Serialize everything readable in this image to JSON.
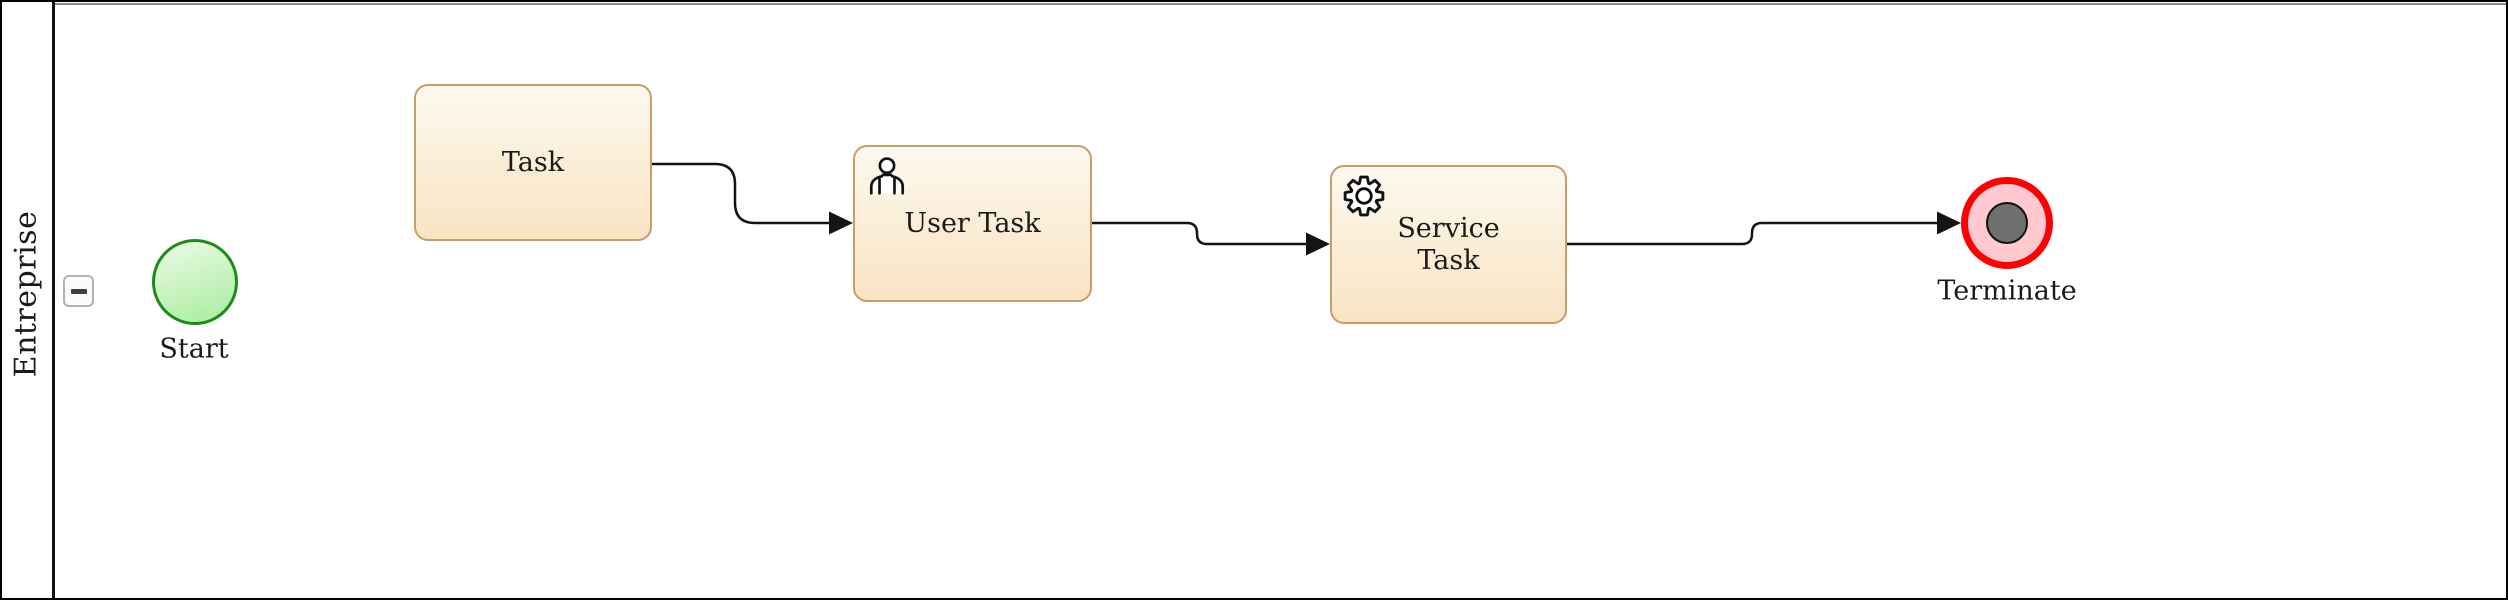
{
  "diagram": {
    "kind": "bpmn-process",
    "pool": {
      "label": "Entreprise",
      "collapse_icon": "minus"
    },
    "nodes": [
      {
        "id": "start",
        "type": "start-event",
        "label": "Start"
      },
      {
        "id": "task",
        "type": "task",
        "label": "Task"
      },
      {
        "id": "user_task",
        "type": "user-task",
        "label": "User Task",
        "icon": "user-icon"
      },
      {
        "id": "service_task",
        "type": "service-task",
        "label": "Service Task",
        "icon": "gear-icon"
      },
      {
        "id": "terminate",
        "type": "terminate-end-event",
        "label": "Terminate"
      }
    ],
    "flows": [
      {
        "from": "Task",
        "to": "User Task"
      },
      {
        "from": "User Task",
        "to": "Service Task"
      },
      {
        "from": "Service Task",
        "to": "Terminate"
      }
    ],
    "colors": {
      "task_border": "#c69e67",
      "task_fill_top": "#fdf9f0",
      "task_fill_bottom": "#f9e4c3",
      "start_border": "#1c8c1c",
      "start_fill_top": "#ecfbe9",
      "start_fill_bottom": "#a9ec9f",
      "terminate_ring": "#ff0000",
      "terminate_fill": "#ffc9cf",
      "terminate_core": "#6f6f6f",
      "flow_line": "#141414",
      "pool_border": "#000000"
    }
  }
}
